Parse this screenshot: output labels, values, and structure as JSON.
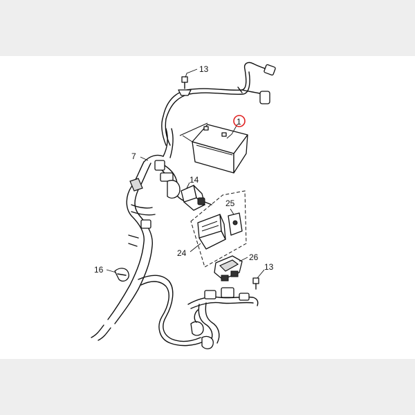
{
  "diagram": {
    "callouts": [
      {
        "id": "c13a",
        "text": "13"
      },
      {
        "id": "c1",
        "text": "1"
      },
      {
        "id": "c7",
        "text": "7"
      },
      {
        "id": "c14",
        "text": "14"
      },
      {
        "id": "c25",
        "text": "25"
      },
      {
        "id": "c24",
        "text": "24"
      },
      {
        "id": "c26",
        "text": "26"
      },
      {
        "id": "c16",
        "text": "16"
      },
      {
        "id": "c13b",
        "text": "13"
      }
    ],
    "highlight_color": "#e02020"
  }
}
